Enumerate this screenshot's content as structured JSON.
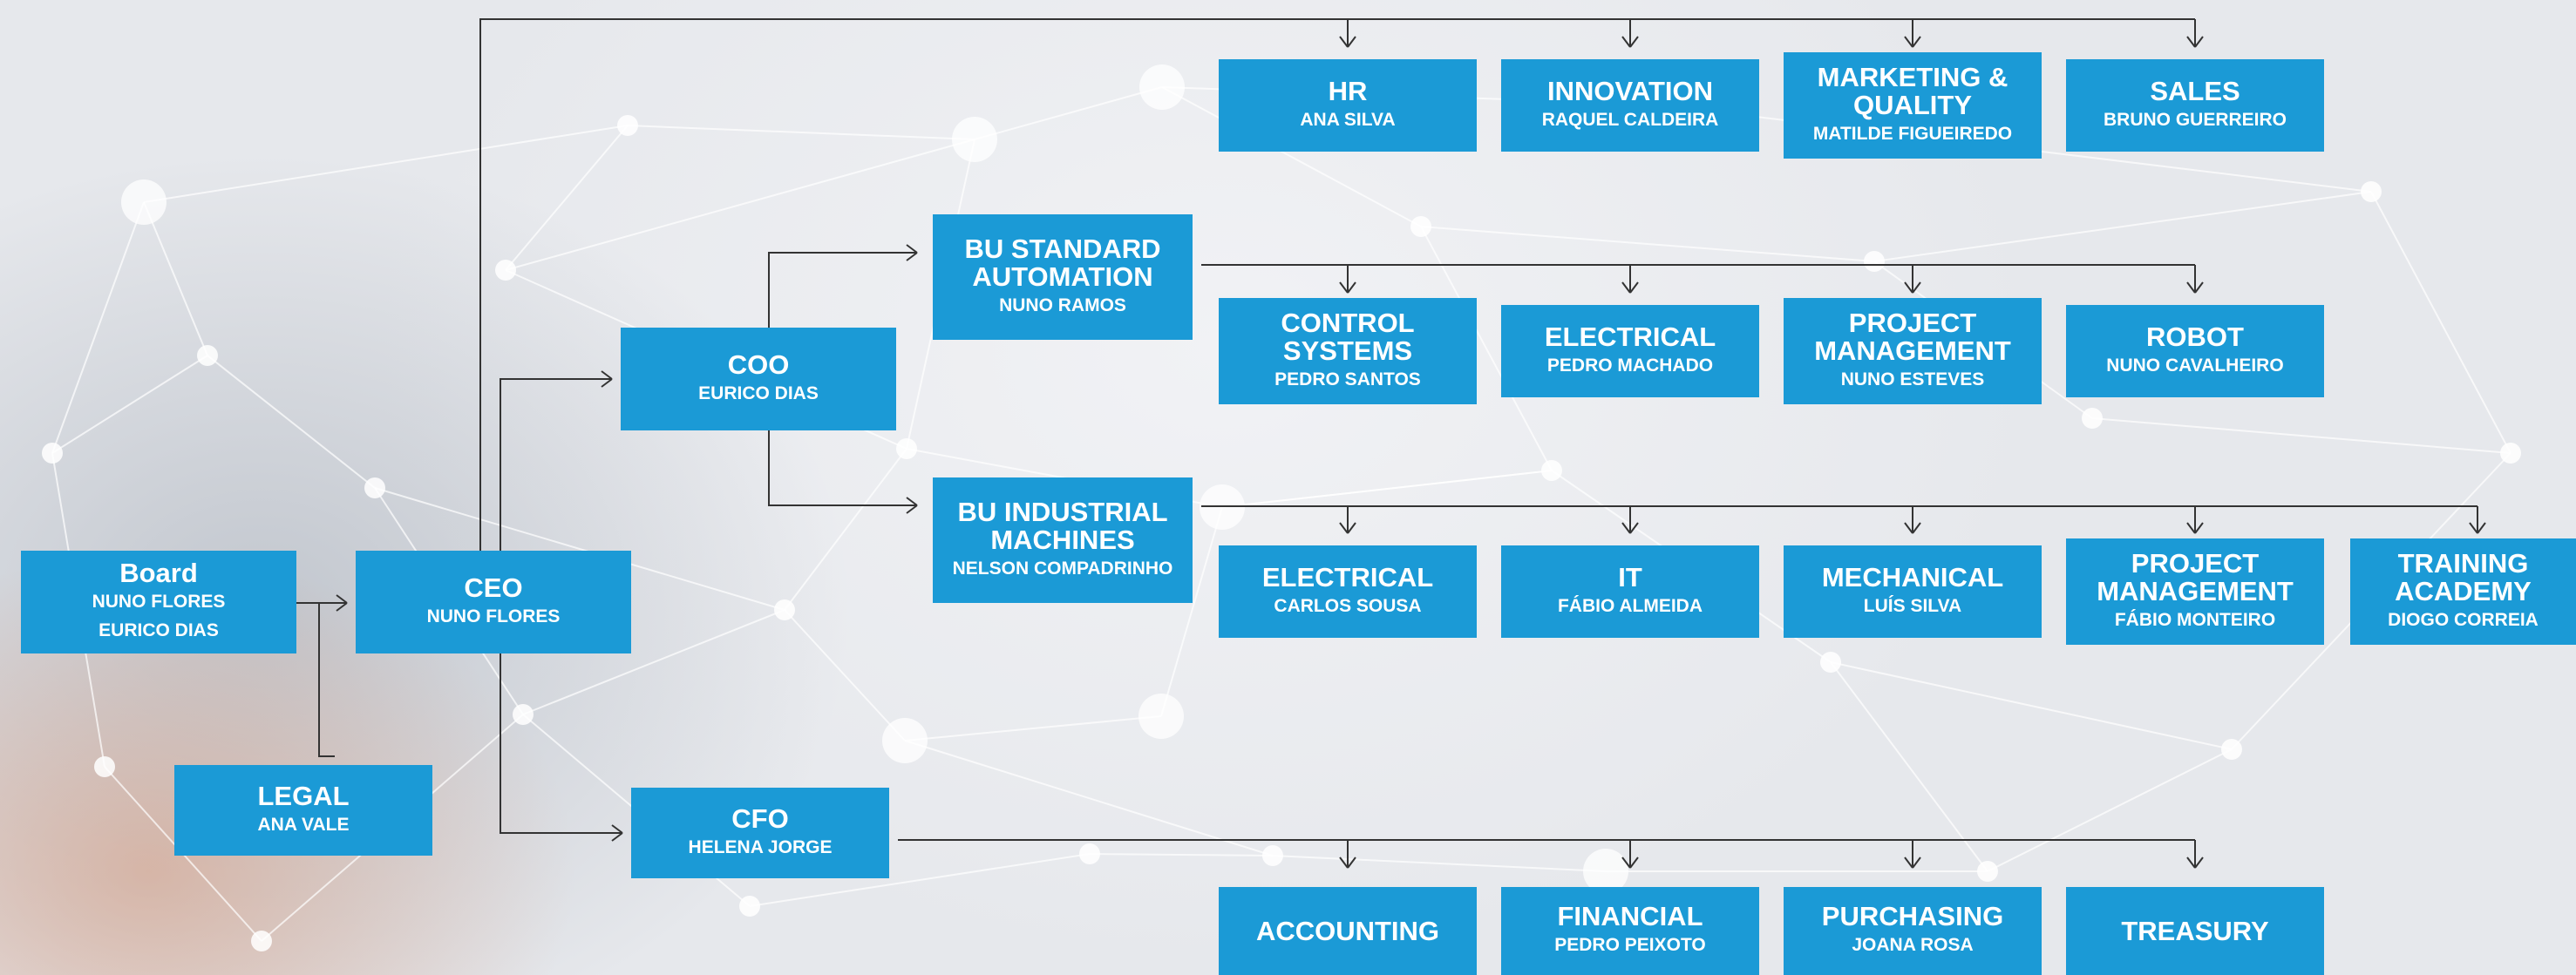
{
  "nodes": {
    "board": {
      "title": "Board",
      "people": [
        "NUNO FLORES",
        "EURICO DIAS"
      ]
    },
    "ceo": {
      "title": "CEO",
      "people": [
        "NUNO FLORES"
      ]
    },
    "legal": {
      "title": "LEGAL",
      "people": [
        "ANA VALE"
      ]
    },
    "coo": {
      "title": "COO",
      "people": [
        "EURICO DIAS"
      ]
    },
    "cfo": {
      "title": "CFO",
      "people": [
        "HELENA JORGE"
      ]
    },
    "bu_standard": {
      "title": "BU STANDARD AUTOMATION",
      "people": [
        "NUNO RAMOS"
      ]
    },
    "bu_industrial": {
      "title": "BU INDUSTRIAL MACHINES",
      "people": [
        "NELSON COMPADRINHO"
      ]
    },
    "hr": {
      "title": "HR",
      "people": [
        "ANA SILVA"
      ]
    },
    "innovation": {
      "title": "INNOVATION",
      "people": [
        "RAQUEL CALDEIRA"
      ]
    },
    "marketing": {
      "title": "MARKETING & QUALITY",
      "people": [
        "MATILDE FIGUEIREDO"
      ]
    },
    "sales": {
      "title": "SALES",
      "people": [
        "BRUNO GUERREIRO"
      ]
    },
    "control_systems": {
      "title": "CONTROL SYSTEMS",
      "people": [
        "PEDRO SANTOS"
      ]
    },
    "electrical_std": {
      "title": "ELECTRICAL",
      "people": [
        "PEDRO MACHADO"
      ]
    },
    "pm_std": {
      "title": "PROJECT MANAGEMENT",
      "people": [
        "NUNO ESTEVES"
      ]
    },
    "robot": {
      "title": "ROBOT",
      "people": [
        "NUNO CAVALHEIRO"
      ]
    },
    "electrical_ind": {
      "title": "ELECTRICAL",
      "people": [
        "CARLOS SOUSA"
      ]
    },
    "it": {
      "title": "IT",
      "people": [
        "FÁBIO ALMEIDA"
      ]
    },
    "mechanical": {
      "title": "MECHANICAL",
      "people": [
        "LUÍS SILVA"
      ]
    },
    "pm_ind": {
      "title": "PROJECT MANAGEMENT",
      "people": [
        "FÁBIO MONTEIRO"
      ]
    },
    "training": {
      "title": "TRAINING ACADEMY",
      "people": [
        "DIOGO CORREIA"
      ]
    },
    "accounting": {
      "title": "ACCOUNTING",
      "people": []
    },
    "financial": {
      "title": "FINANCIAL",
      "people": [
        "PEDRO PEIXOTO"
      ]
    },
    "purchasing": {
      "title": "PURCHASING",
      "people": [
        "JOANA ROSA"
      ]
    },
    "treasury": {
      "title": "TREASURY",
      "people": []
    }
  },
  "colors": {
    "box": "#1b9ad6",
    "text": "#ffffff",
    "connector": "#333333"
  }
}
